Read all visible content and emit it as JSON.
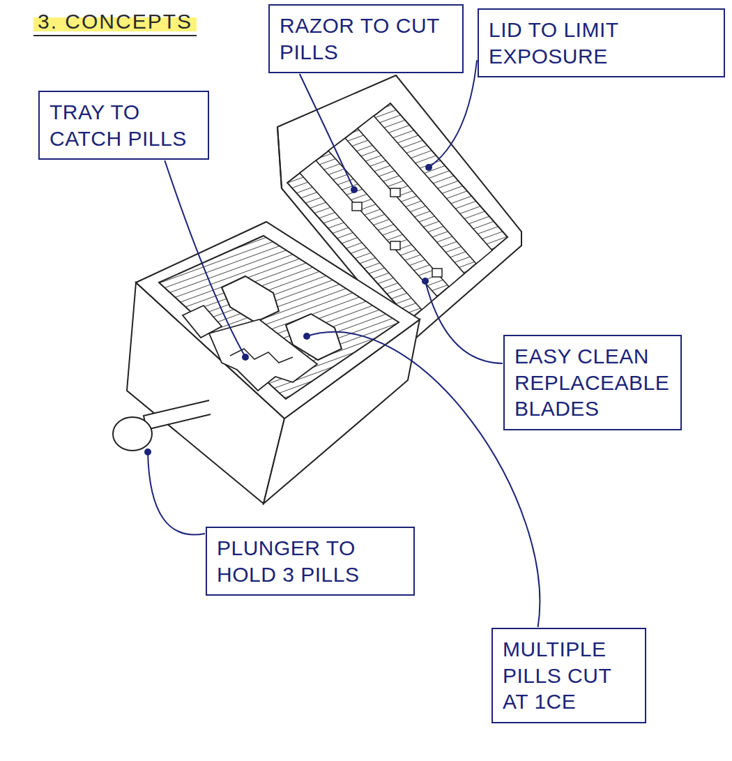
{
  "diagram": {
    "title": "3. CONCEPTS",
    "nodes": [
      {
        "text": [
          "RAZOR TO CUT PILLS"
        ]
      },
      {
        "text": [
          "LID TO LIMIT EXPOSURE"
        ]
      },
      {
        "text": [
          "TRAY TO CATCH PILLS"
        ]
      },
      {
        "text": [
          "EASY CLEAN REPLACEABLE BLADES"
        ]
      },
      {
        "text": [
          "PLUNGER TO HOLD 3 PILLS"
        ]
      },
      {
        "text": [
          "MULTIPLE PILLS CUT AT 1CE"
        ]
      }
    ]
  }
}
